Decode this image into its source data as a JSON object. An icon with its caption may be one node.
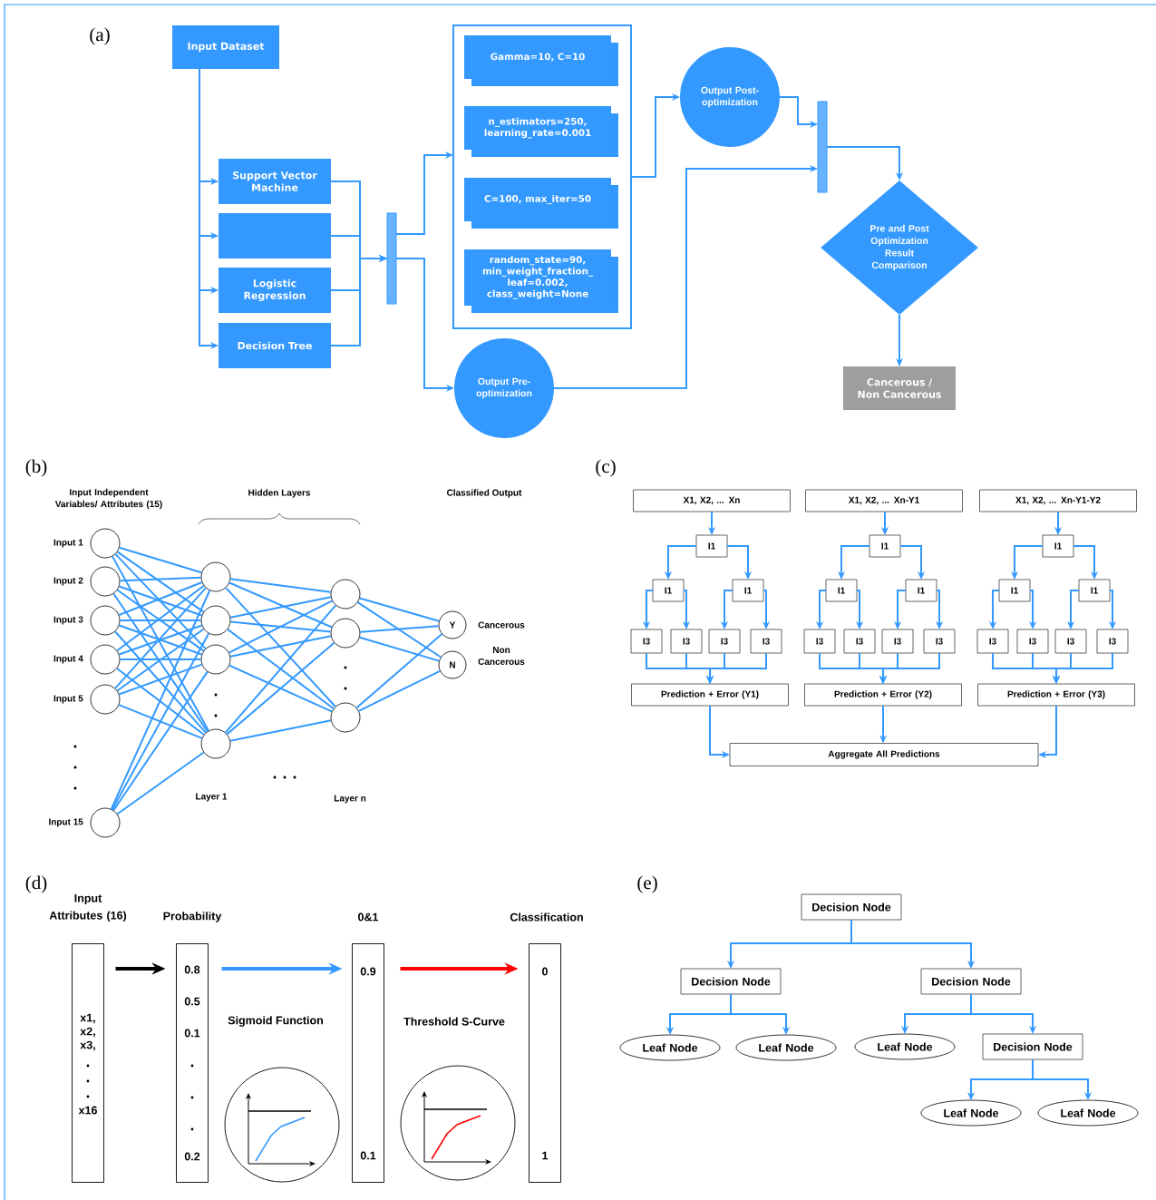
{
  "diagram": {
    "nodes": [
      {
        "text": [
          "Input Dataset"
        ]
      },
      {
        "text": [
          "Support Vector Machine"
        ]
      },
      {
        "text": [],
        "shape": "box"
      },
      {
        "text": [
          "Logistic Regression"
        ]
      },
      {
        "text": [
          "Decision Tree"
        ]
      },
      {
        "text": [],
        "shape": "bar"
      },
      {
        "text": [],
        "shape": "box"
      },
      {
        "text": [
          "Gamma=10, C=10"
        ],
        "in": 6
      },
      {
        "text": [
          "n_estimators=250, learning_rate=0.001"
        ],
        "in": 6
      },
      {
        "text": [
          "C=100, max_iter=50"
        ],
        "in": 6
      },
      {
        "text": [
          "random_state=90, min_weight_fraction_ leaf=0.002, class_weight=None"
        ],
        "in": 6
      },
      {
        "text": [
          "Output Post-optimization"
        ]
      },
      {
        "text": [
          "Output Pre-optimization"
        ]
      },
      {
        "text": [],
        "shape": "bar"
      },
      {
        "text": [
          "Pre and Post Optimization Result Comparison"
        ]
      },
      {
        "text": [
          "Cancerous / Non Cancerous"
        ]
      },
      {
        "text": [],
        "shape": "circle",
        "beside": [
          "Input 1"
        ]
      },
      {
        "text": [],
        "shape": "circle",
        "beside": [
          "Input 2"
        ]
      },
      {
        "text": [],
        "shape": "circle",
        "beside": [
          "Input 3"
        ]
      },
      {
        "text": [],
        "shape": "circle",
        "beside": [
          "Input 4"
        ]
      },
      {
        "text": [],
        "shape": "circle",
        "beside": [
          "Input 5"
        ]
      },
      {
        "text": [],
        "shape": "circle",
        "beside": [
          "Input 15"
        ]
      },
      {
        "text": [],
        "shape": "circle"
      },
      {
        "text": [],
        "shape": "circle"
      },
      {
        "text": [],
        "shape": "circle"
      },
      {
        "text": [],
        "shape": "circle"
      },
      {
        "text": [],
        "shape": "circle"
      },
      {
        "text": [],
        "shape": "circle"
      },
      {
        "text": [],
        "shape": "circle"
      },
      {
        "text": [
          "Y"
        ],
        "beside": [
          "Cancerous"
        ]
      },
      {
        "text": [
          "N"
        ],
        "beside": [
          "Non Cancerous"
        ]
      },
      {
        "text": [
          "X1, X2, ... Xn"
        ]
      },
      {
        "text": [
          "I1"
        ]
      },
      {
        "text": [
          "I1"
        ]
      },
      {
        "text": [
          "I1"
        ]
      },
      {
        "text": [
          "I3"
        ]
      },
      {
        "text": [
          "I3"
        ]
      },
      {
        "text": [
          "I3"
        ]
      },
      {
        "text": [
          "I3"
        ]
      },
      {
        "text": [
          "Prediction + Error (Y1)"
        ]
      },
      {
        "text": [
          "X1, X2, ... Xn-Y1"
        ]
      },
      {
        "text": [
          "I1"
        ]
      },
      {
        "text": [
          "I1"
        ]
      },
      {
        "text": [
          "I1"
        ]
      },
      {
        "text": [
          "I3"
        ]
      },
      {
        "text": [
          "I3"
        ]
      },
      {
        "text": [
          "I3"
        ]
      },
      {
        "text": [
          "I3"
        ]
      },
      {
        "text": [
          "Prediction + Error (Y2)"
        ]
      },
      {
        "text": [
          "X1, X2, ... Xn-Y1-Y2"
        ]
      },
      {
        "text": [
          "I1"
        ]
      },
      {
        "text": [
          "I1"
        ]
      },
      {
        "text": [
          "I1"
        ]
      },
      {
        "text": [
          "I3"
        ]
      },
      {
        "text": [
          "I3"
        ]
      },
      {
        "text": [
          "I3"
        ]
      },
      {
        "text": [
          "I3"
        ]
      },
      {
        "text": [
          "Prediction + Error (Y3)"
        ]
      },
      {
        "text": [
          "Aggregate All Predictions"
        ]
      },
      {
        "text": [
          "x1, x2, x3,",
          "x16"
        ]
      },
      {
        "text": [
          "0.8",
          "0.5",
          "0.1",
          "0.2"
        ]
      },
      {
        "text": [
          "0.9",
          "0.1"
        ]
      },
      {
        "text": [
          "0",
          "1"
        ]
      },
      {
        "text": [
          "Decision Node"
        ]
      },
      {
        "text": [
          "Decision Node"
        ]
      },
      {
        "text": [
          "Decision Node"
        ]
      },
      {
        "text": [
          "Leaf Node"
        ]
      },
      {
        "text": [
          "Leaf Node"
        ]
      },
      {
        "text": [
          "Leaf Node"
        ]
      },
      {
        "text": [
          "Decision Node"
        ]
      },
      {
        "text": [
          "Leaf Node"
        ]
      },
      {
        "text": [
          "Leaf Node"
        ]
      }
    ],
    "edges": [
      {
        "from": 0,
        "to": 1,
        "arrow": "to"
      },
      {
        "from": 0,
        "to": 2,
        "arrow": "to"
      },
      {
        "from": 0,
        "to": 3,
        "arrow": "to"
      },
      {
        "from": 0,
        "to": 4,
        "arrow": "to"
      },
      {
        "from": 1,
        "to": 5,
        "arrow": "to"
      },
      {
        "from": 2,
        "to": 5,
        "arrow": "to"
      },
      {
        "from": 3,
        "to": 5,
        "arrow": "to"
      },
      {
        "from": 4,
        "to": 5,
        "arrow": "to"
      },
      {
        "from": 5,
        "to": 6,
        "arrow": "to"
      },
      {
        "from": 5,
        "to": 12,
        "arrow": "to"
      },
      {
        "from": 6,
        "to": 11,
        "arrow": "to"
      },
      {
        "from": 11,
        "to": 13,
        "arrow": "to"
      },
      {
        "from": 12,
        "to": 13,
        "arrow": "to"
      },
      {
        "from": 13,
        "to": 14,
        "arrow": "to"
      },
      {
        "from": 14,
        "to": 15,
        "arrow": "to"
      },
      {
        "from": 16,
        "to": 22,
        "arrow": "none"
      },
      {
        "from": 16,
        "to": 23,
        "arrow": "none"
      },
      {
        "from": 16,
        "to": 24,
        "arrow": "none"
      },
      {
        "from": 16,
        "to": 25,
        "arrow": "none"
      },
      {
        "from": 17,
        "to": 22,
        "arrow": "none"
      },
      {
        "from": 17,
        "to": 23,
        "arrow": "none"
      },
      {
        "from": 17,
        "to": 24,
        "arrow": "none"
      },
      {
        "from": 17,
        "to": 25,
        "arrow": "none"
      },
      {
        "from": 18,
        "to": 22,
        "arrow": "none"
      },
      {
        "from": 18,
        "to": 23,
        "arrow": "none"
      },
      {
        "from": 18,
        "to": 24,
        "arrow": "none"
      },
      {
        "from": 18,
        "to": 25,
        "arrow": "none"
      },
      {
        "from": 19,
        "to": 22,
        "arrow": "none"
      },
      {
        "from": 19,
        "to": 23,
        "arrow": "none"
      },
      {
        "from": 19,
        "to": 24,
        "arrow": "none"
      },
      {
        "from": 19,
        "to": 25,
        "arrow": "none"
      },
      {
        "from": 20,
        "to": 22,
        "arrow": "none"
      },
      {
        "from": 20,
        "to": 23,
        "arrow": "none"
      },
      {
        "from": 20,
        "to": 24,
        "arrow": "none"
      },
      {
        "from": 20,
        "to": 25,
        "arrow": "none"
      },
      {
        "from": 21,
        "to": 22,
        "arrow": "none"
      },
      {
        "from": 21,
        "to": 23,
        "arrow": "none"
      },
      {
        "from": 21,
        "to": 24,
        "arrow": "none"
      },
      {
        "from": 21,
        "to": 25,
        "arrow": "none"
      },
      {
        "from": 22,
        "to": 26,
        "arrow": "none"
      },
      {
        "from": 22,
        "to": 27,
        "arrow": "none"
      },
      {
        "from": 22,
        "to": 28,
        "arrow": "none"
      },
      {
        "from": 23,
        "to": 26,
        "arrow": "none"
      },
      {
        "from": 23,
        "to": 27,
        "arrow": "none"
      },
      {
        "from": 23,
        "to": 28,
        "arrow": "none"
      },
      {
        "from": 24,
        "to": 26,
        "arrow": "none"
      },
      {
        "from": 24,
        "to": 27,
        "arrow": "none"
      },
      {
        "from": 24,
        "to": 28,
        "arrow": "none"
      },
      {
        "from": 25,
        "to": 26,
        "arrow": "none"
      },
      {
        "from": 25,
        "to": 27,
        "arrow": "none"
      },
      {
        "from": 25,
        "to": 28,
        "arrow": "none"
      },
      {
        "from": 26,
        "to": 29,
        "arrow": "none"
      },
      {
        "from": 26,
        "to": 30,
        "arrow": "none"
      },
      {
        "from": 27,
        "to": 29,
        "arrow": "none"
      },
      {
        "from": 27,
        "to": 30,
        "arrow": "none"
      },
      {
        "from": 28,
        "to": 29,
        "arrow": "none"
      },
      {
        "from": 28,
        "to": 30,
        "arrow": "none"
      },
      {
        "from": 31,
        "to": 32,
        "arrow": "to"
      },
      {
        "from": 32,
        "to": 33,
        "arrow": "to"
      },
      {
        "from": 32,
        "to": 34,
        "arrow": "to"
      },
      {
        "from": 33,
        "to": 35,
        "arrow": "to"
      },
      {
        "from": 33,
        "to": 36,
        "arrow": "to"
      },
      {
        "from": 34,
        "to": 37,
        "arrow": "to"
      },
      {
        "from": 34,
        "to": 38,
        "arrow": "to"
      },
      {
        "from": 35,
        "to": 39,
        "arrow": "to"
      },
      {
        "from": 36,
        "to": 39,
        "arrow": "to"
      },
      {
        "from": 37,
        "to": 39,
        "arrow": "to"
      },
      {
        "from": 38,
        "to": 39,
        "arrow": "to"
      },
      {
        "from": 39,
        "to": 58,
        "arrow": "to"
      },
      {
        "from": 40,
        "to": 41,
        "arrow": "to"
      },
      {
        "from": 41,
        "to": 42,
        "arrow": "to"
      },
      {
        "from": 41,
        "to": 43,
        "arrow": "to"
      },
      {
        "from": 42,
        "to": 44,
        "arrow": "to"
      },
      {
        "from": 42,
        "to": 45,
        "arrow": "to"
      },
      {
        "from": 43,
        "to": 46,
        "arrow": "to"
      },
      {
        "from": 43,
        "to": 47,
        "arrow": "to"
      },
      {
        "from": 44,
        "to": 48,
        "arrow": "to"
      },
      {
        "from": 45,
        "to": 48,
        "arrow": "to"
      },
      {
        "from": 46,
        "to": 48,
        "arrow": "to"
      },
      {
        "from": 47,
        "to": 48,
        "arrow": "to"
      },
      {
        "from": 48,
        "to": 58,
        "arrow": "to"
      },
      {
        "from": 49,
        "to": 50,
        "arrow": "to"
      },
      {
        "from": 50,
        "to": 51,
        "arrow": "to"
      },
      {
        "from": 50,
        "to": 52,
        "arrow": "to"
      },
      {
        "from": 51,
        "to": 53,
        "arrow": "to"
      },
      {
        "from": 51,
        "to": 54,
        "arrow": "to"
      },
      {
        "from": 52,
        "to": 55,
        "arrow": "to"
      },
      {
        "from": 52,
        "to": 56,
        "arrow": "to"
      },
      {
        "from": 53,
        "to": 57,
        "arrow": "to"
      },
      {
        "from": 54,
        "to": 57,
        "arrow": "to"
      },
      {
        "from": 55,
        "to": 57,
        "arrow": "to"
      },
      {
        "from": 56,
        "to": 57,
        "arrow": "to"
      },
      {
        "from": 57,
        "to": 58,
        "arrow": "to"
      },
      {
        "from": 59,
        "to": 60,
        "arrow": "to",
        "style": "thick",
        "color": "#000000"
      },
      {
        "from": 60,
        "to": 61,
        "arrow": "to",
        "style": "thick"
      },
      {
        "from": 61,
        "to": 62,
        "arrow": "to",
        "style": "thick",
        "color": "#ff0000"
      },
      {
        "from": 63,
        "to": 64,
        "arrow": "to"
      },
      {
        "from": 63,
        "to": 65,
        "arrow": "to"
      },
      {
        "from": 64,
        "to": 66,
        "arrow": "to"
      },
      {
        "from": 64,
        "to": 67,
        "arrow": "to"
      },
      {
        "from": 65,
        "to": 68,
        "arrow": "to"
      },
      {
        "from": 65,
        "to": 69,
        "arrow": "to"
      },
      {
        "from": 69,
        "to": 70,
        "arrow": "to"
      },
      {
        "from": 69,
        "to": 71,
        "arrow": "to"
      }
    ],
    "labels": [
      "(a)",
      "(b)",
      "Input Independent Variables/ Attributes (15)",
      "Hidden Layers",
      "Classified Output",
      "Layer 1",
      "Layer n",
      "(c)",
      "(d)",
      "Input Attributes (16)",
      "Probability",
      "0&1",
      "Classification",
      "Sigmoid Function",
      "Threshold S-Curve",
      "(e)"
    ]
  }
}
